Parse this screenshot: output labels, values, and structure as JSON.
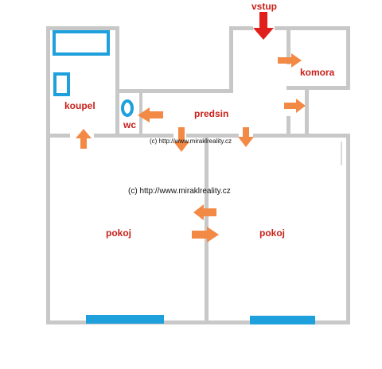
{
  "rooms": {
    "entrance": "vstup",
    "storage": "komora",
    "bathroom": "koupel",
    "toilet": "wc",
    "hallway": "predsin",
    "room_left": "pokoj",
    "room_right": "pokoj"
  },
  "watermark": {
    "small": "(c) http://www.miraklreality.cz",
    "large": "(c) http://www.miraklreality.cz"
  },
  "colors": {
    "wall": "#c8c8c8",
    "window": "#1ea0dc",
    "arrow": "#f28a46",
    "entrance_arrow": "#e0201a",
    "label": "#c8201a"
  }
}
